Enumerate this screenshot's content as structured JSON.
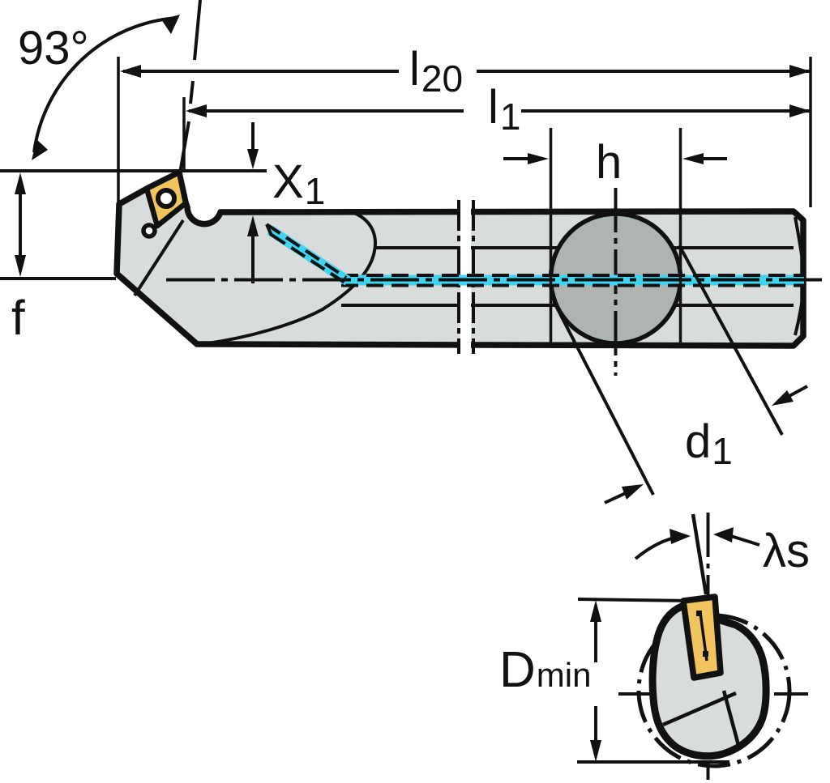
{
  "diagram": {
    "type": "tool-dimension-drawing",
    "subject": "internal boring bar with indexable insert, side view and end section view",
    "labels": {
      "angle_93": "93°",
      "l20_main": "l",
      "l20_sub": "20",
      "l1_main": "l",
      "l1_sub": "1",
      "x1_main": "X",
      "x1_sub": "1",
      "h": "h",
      "f": "f",
      "d1_main": "d",
      "d1_sub": "1",
      "lambda_s": "λs",
      "dmin_main": "D",
      "dmin_sub": "min"
    },
    "colors": {
      "line": "#111111",
      "body_gray": "#d8dcdb",
      "clamp_gray": "#aeb4b2",
      "insert_gold": "#f2c45e",
      "coolant_cyan": "#3ed4f2",
      "background": "#ffffff"
    }
  }
}
